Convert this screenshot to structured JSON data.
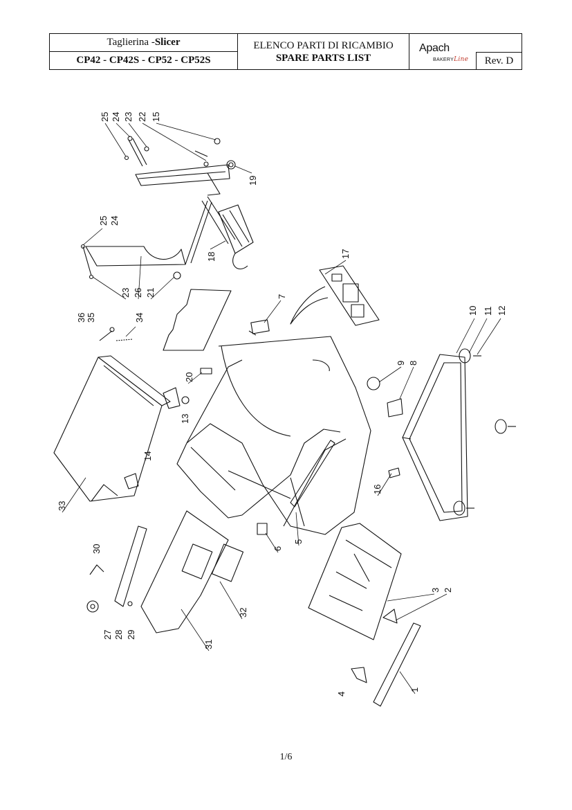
{
  "header": {
    "product_it": "Taglierina - ",
    "product_en": "Slicer",
    "models": "CP42 - CP42S - CP52 - CP52S",
    "title_it": "ELENCO PARTI DI RICAMBIO",
    "title_en": "SPARE PARTS LIST",
    "logo_brand": "Apach",
    "logo_sub": "BAKERY",
    "logo_script": "Line",
    "revision": "Rev. D"
  },
  "part_labels": [
    "25",
    "24",
    "23",
    "22",
    "15",
    "19",
    "25",
    "24",
    "18",
    "23",
    "26",
    "21",
    "17",
    "7",
    "36",
    "35",
    "34",
    "20",
    "13",
    "10",
    "11",
    "12",
    "9",
    "8",
    "14",
    "33",
    "16",
    "6",
    "5",
    "30",
    "32",
    "3",
    "2",
    "27",
    "28",
    "29",
    "31",
    "4",
    "1"
  ],
  "footer": {
    "page": "1/6"
  }
}
